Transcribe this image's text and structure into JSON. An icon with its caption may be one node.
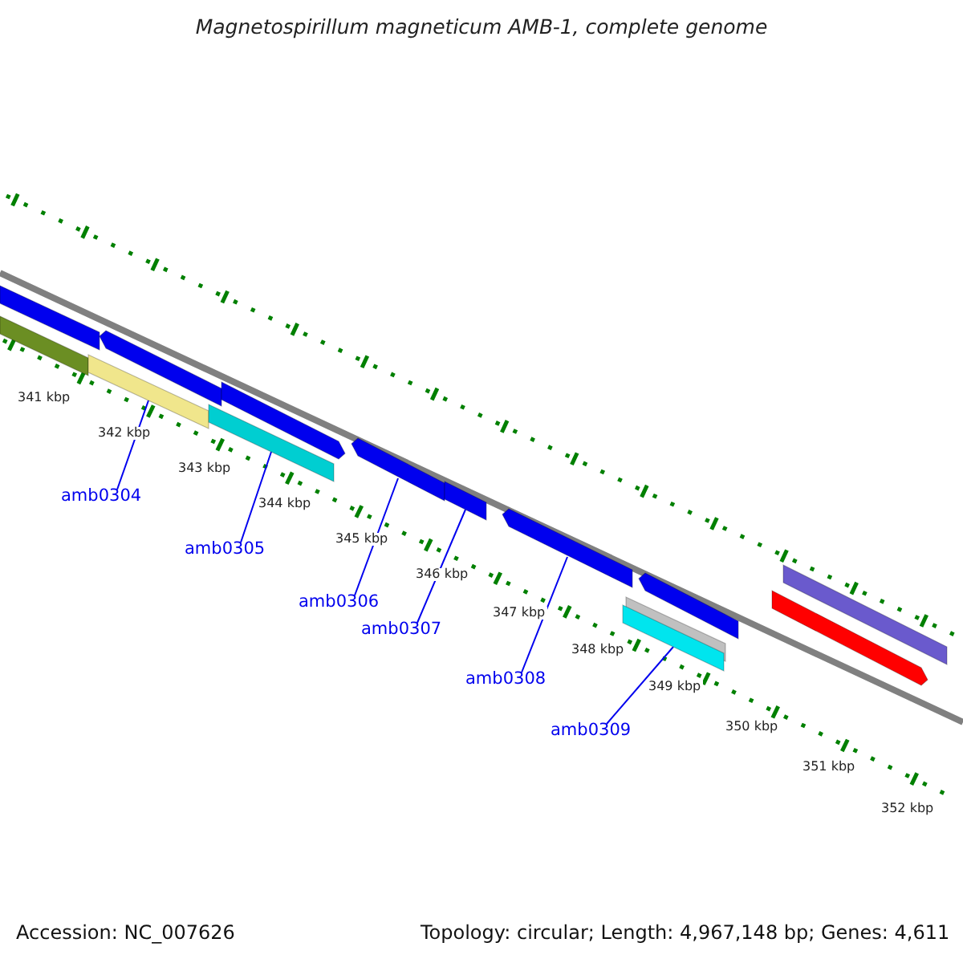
{
  "diagram": {
    "title": "Magnetospirillum magneticum AMB-1, complete genome",
    "nodes": [
      {
        "text": [
          "amb0304"
        ]
      },
      {
        "text": [
          "amb0305"
        ]
      },
      {
        "text": [
          "amb0306"
        ]
      },
      {
        "text": [
          "amb0307"
        ]
      },
      {
        "text": [
          "amb0308"
        ]
      },
      {
        "text": [
          "amb0309"
        ]
      },
      {
        "text": [],
        "shape": "bar"
      },
      {
        "text": [],
        "shape": "bar"
      },
      {
        "text": [],
        "shape": "bar"
      },
      {
        "text": [],
        "shape": "pentagon"
      },
      {
        "text": [],
        "shape": "bar"
      },
      {
        "text": [],
        "shape": "pentagon"
      },
      {
        "text": [],
        "shape": "pentagon"
      },
      {
        "text": [],
        "shape": "bar"
      },
      {
        "text": [],
        "shape": "pentagon"
      },
      {
        "text": [],
        "shape": "bar"
      },
      {
        "text": [],
        "shape": "bar"
      },
      {
        "text": [],
        "shape": "pentagon"
      },
      {
        "text": [],
        "shape": "pentagon"
      },
      {
        "text": [],
        "shape": "bar"
      }
    ],
    "edges": [
      {
        "from": 0,
        "to": 8,
        "arrow": "none"
      },
      {
        "from": 1,
        "to": 10,
        "arrow": "none"
      },
      {
        "from": 2,
        "to": 12,
        "arrow": "none"
      },
      {
        "from": 3,
        "to": 13,
        "arrow": "none"
      },
      {
        "from": 4,
        "to": 14,
        "arrow": "none"
      },
      {
        "from": 5,
        "to": 15,
        "arrow": "none"
      }
    ],
    "labels": [
      "341 kbp",
      "342 kbp",
      "343 kbp",
      "344 kbp",
      "345 kbp",
      "346 kbp",
      "347 kbp",
      "348 kbp",
      "349 kbp",
      "350 kbp",
      "351 kbp",
      "352 kbp",
      "Accession: NC_007626",
      "Topology: circular; Length: 4,967,148 bp; Genes: 4,611"
    ]
  }
}
